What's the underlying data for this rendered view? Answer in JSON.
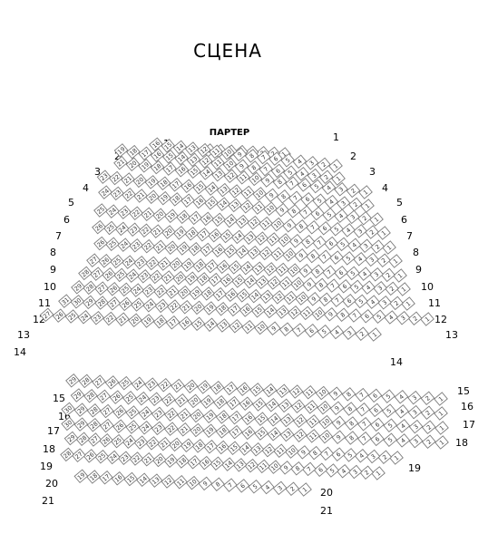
{
  "stage": {
    "label": "СЦЕНА"
  },
  "section": {
    "label": "ПАРТЕР"
  },
  "colors": {
    "seat_border": "#7a7a7a",
    "seat_fill": "#ffffff",
    "text": "#000000"
  },
  "rows": [
    {
      "label": "1",
      "seats": 8
    },
    {
      "label": "2",
      "seats": 16
    },
    {
      "label": "3",
      "seats": 19
    },
    {
      "label": "4",
      "seats": 21
    },
    {
      "label": "5",
      "seats": 23
    },
    {
      "label": "6",
      "seats": 24
    },
    {
      "label": "7",
      "seats": 25
    },
    {
      "label": "8",
      "seats": 26
    },
    {
      "label": "9",
      "seats": 26
    },
    {
      "label": "10",
      "seats": 27
    },
    {
      "label": "11",
      "seats": 28
    },
    {
      "label": "12",
      "seats": 29
    },
    {
      "label": "13",
      "seats": 31
    },
    {
      "label": "14",
      "seats": 27
    },
    {
      "label": "15",
      "seats": 29
    },
    {
      "label": "16",
      "seats": 29
    },
    {
      "label": "17",
      "seats": 30
    },
    {
      "label": "18",
      "seats": 30
    },
    {
      "label": "19",
      "seats": 29
    },
    {
      "label": "20",
      "seats": 28
    },
    {
      "label": "21",
      "seats": 19
    }
  ]
}
